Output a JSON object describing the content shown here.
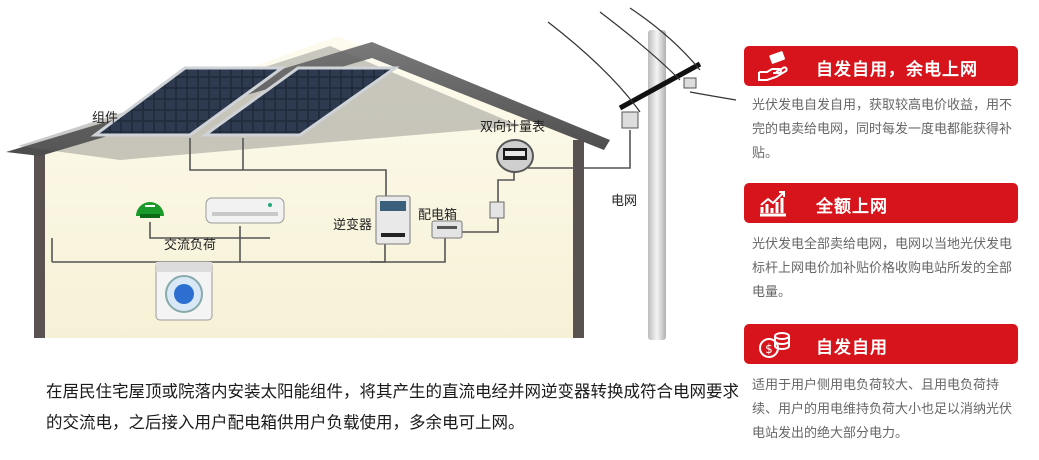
{
  "diagram": {
    "labels": {
      "modules": "组件",
      "meter": "双向计量表",
      "grid": "电网",
      "inverter": "逆变器",
      "distribution_box": "配电箱",
      "ac_load": "交流负荷"
    },
    "description": "在居民住宅屋顶或院落内安装太阳能组件，将其产生的直流电经并网逆变器转换成符合电网要求的交流电，之后接入用户配电箱供用户负载使用，多余电可上网。"
  },
  "modes": [
    {
      "title": "自发自用，余电上网",
      "icon": "money-hand-icon",
      "text": "光伏发电自发自用，获取较高电价收益，用不完的电卖给电网，同时每发一度电都能获得补贴。"
    },
    {
      "title": "全额上网",
      "icon": "chart-up-icon",
      "text": "光伏发电全部卖给电网，电网以当地光伏发电标杆上网电价加补贴价格收购电站所发的全部电量。"
    },
    {
      "title": "自发自用",
      "icon": "coin-stack-icon",
      "text": "适用于用户侧用电负荷较大、且用电负荷持续、用户的用电维持负荷大小也足以消纳光伏电站发出的绝大部分电力。"
    }
  ],
  "colors": {
    "accent": "#d7141b",
    "wire": "#555555",
    "wall": "#fbf7e3",
    "roof": "#5c5c5c"
  }
}
